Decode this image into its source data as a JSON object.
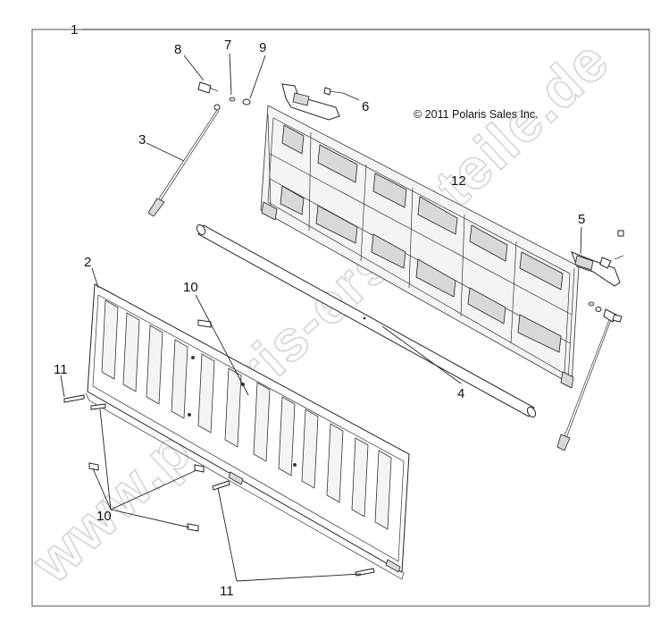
{
  "copyright": "© 2011 Polaris Sales Inc.",
  "watermark": "www.polaris-ersatzteile.de",
  "callouts": {
    "c1": "1",
    "c2": "2",
    "c3": "3",
    "c4": "4",
    "c5": "5",
    "c6": "6",
    "c7": "7",
    "c8": "8",
    "c9": "9",
    "c10a": "10",
    "c10b": "10",
    "c11a": "11",
    "c11b": "11",
    "c12": "12"
  }
}
